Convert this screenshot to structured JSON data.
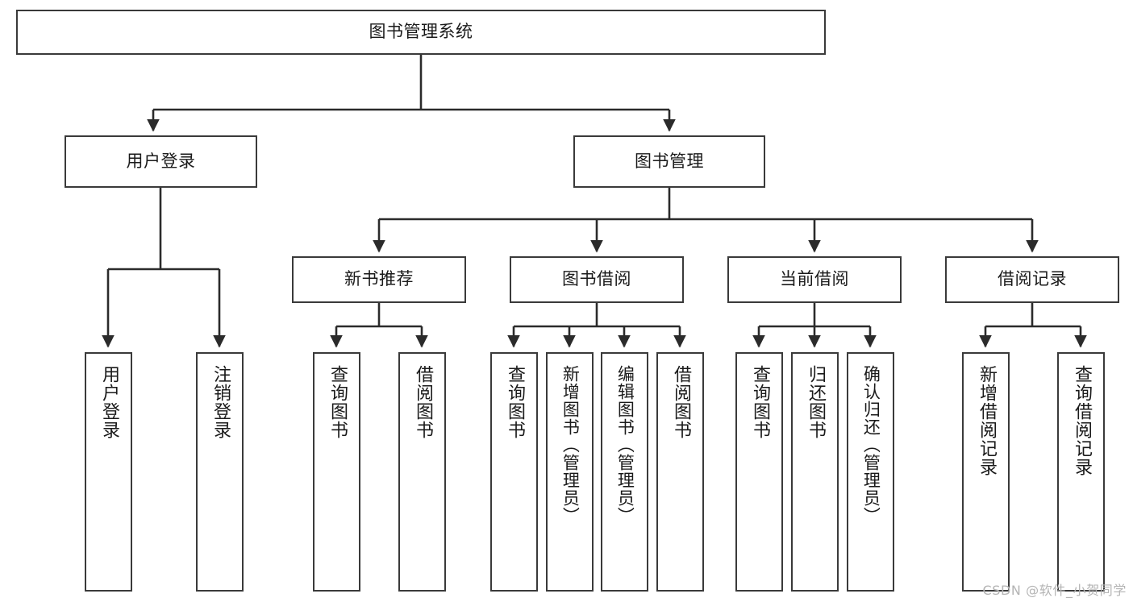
{
  "diagram": {
    "type": "tree",
    "title": "图书管理系统",
    "orientation": "top-down",
    "levels": 4,
    "root": {
      "label": "图书管理系统"
    },
    "level2": [
      {
        "label": "用户登录"
      },
      {
        "label": "图书管理"
      }
    ],
    "level3": [
      {
        "label": "新书推荐"
      },
      {
        "label": "图书借阅"
      },
      {
        "label": "当前借阅"
      },
      {
        "label": "借阅记录"
      }
    ],
    "leaves": {
      "user_login": [
        {
          "label": "用户登录"
        },
        {
          "label": "注销登录"
        }
      ],
      "new_book_recommend": [
        {
          "label": "查询图书"
        },
        {
          "label": "借阅图书"
        }
      ],
      "book_borrow": [
        {
          "label": "查询图书"
        },
        {
          "label": "新增图书（管理员）"
        },
        {
          "label": "编辑图书（管理员）"
        },
        {
          "label": "借阅图书"
        }
      ],
      "current_borrow": [
        {
          "label": "查询图书"
        },
        {
          "label": "归还图书"
        },
        {
          "label": "确认归还（管理员）"
        }
      ],
      "borrow_record": [
        {
          "label": "新增借阅记录"
        },
        {
          "label": "查询借阅记录"
        }
      ]
    }
  },
  "watermark": {
    "text": "CSDN @软件_小贺同学"
  },
  "colors": {
    "box_border": "#3a3a3a",
    "box_fill": "#ffffff",
    "connector": "#2b2b2b",
    "text": "#1a1a1a",
    "watermark": "#b4b4b4",
    "background": "#ffffff"
  }
}
